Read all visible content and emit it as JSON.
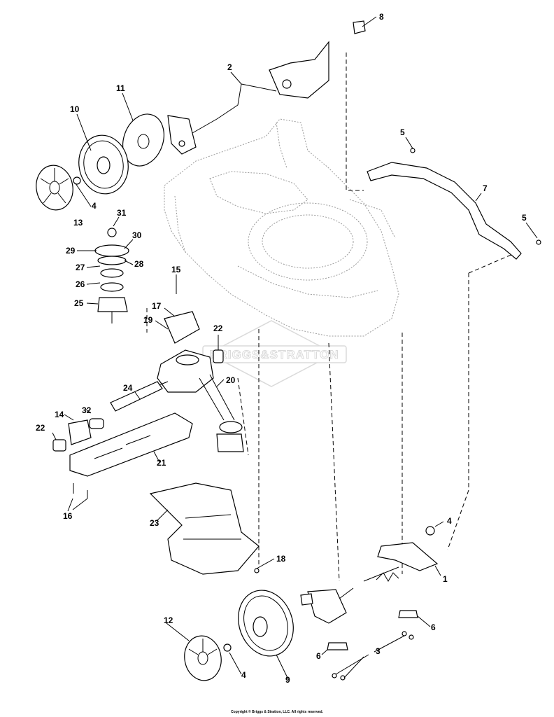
{
  "watermark": {
    "text": "BRIGGS&STRATTON"
  },
  "footer": {
    "copyright": "Copyright © Briggs & Stratton, LLC. All rights reserved."
  },
  "callouts": [
    {
      "id": "c8",
      "label": "8"
    },
    {
      "id": "c2",
      "label": "2"
    },
    {
      "id": "c11",
      "label": "11"
    },
    {
      "id": "c10",
      "label": "10"
    },
    {
      "id": "c5a",
      "label": "5"
    },
    {
      "id": "c7",
      "label": "7"
    },
    {
      "id": "c5b",
      "label": "5"
    },
    {
      "id": "c4a",
      "label": "4"
    },
    {
      "id": "c13",
      "label": "13"
    },
    {
      "id": "c31",
      "label": "31"
    },
    {
      "id": "c30",
      "label": "30"
    },
    {
      "id": "c29",
      "label": "29"
    },
    {
      "id": "c28",
      "label": "28"
    },
    {
      "id": "c27",
      "label": "27"
    },
    {
      "id": "c26",
      "label": "26"
    },
    {
      "id": "c15",
      "label": "15"
    },
    {
      "id": "c25",
      "label": "25"
    },
    {
      "id": "c17",
      "label": "17"
    },
    {
      "id": "c19",
      "label": "19"
    },
    {
      "id": "c22a",
      "label": "22"
    },
    {
      "id": "c20",
      "label": "20"
    },
    {
      "id": "c24",
      "label": "24"
    },
    {
      "id": "c32",
      "label": "32"
    },
    {
      "id": "c14",
      "label": "14"
    },
    {
      "id": "c22b",
      "label": "22"
    },
    {
      "id": "c21",
      "label": "21"
    },
    {
      "id": "c16",
      "label": "16"
    },
    {
      "id": "c23",
      "label": "23"
    },
    {
      "id": "c4b",
      "label": "4"
    },
    {
      "id": "c1",
      "label": "1"
    },
    {
      "id": "c18",
      "label": "18"
    },
    {
      "id": "c12",
      "label": "12"
    },
    {
      "id": "c6a",
      "label": "6"
    },
    {
      "id": "c3",
      "label": "3"
    },
    {
      "id": "c6b",
      "label": "6"
    },
    {
      "id": "c4c",
      "label": "4"
    },
    {
      "id": "c9",
      "label": "9"
    }
  ]
}
